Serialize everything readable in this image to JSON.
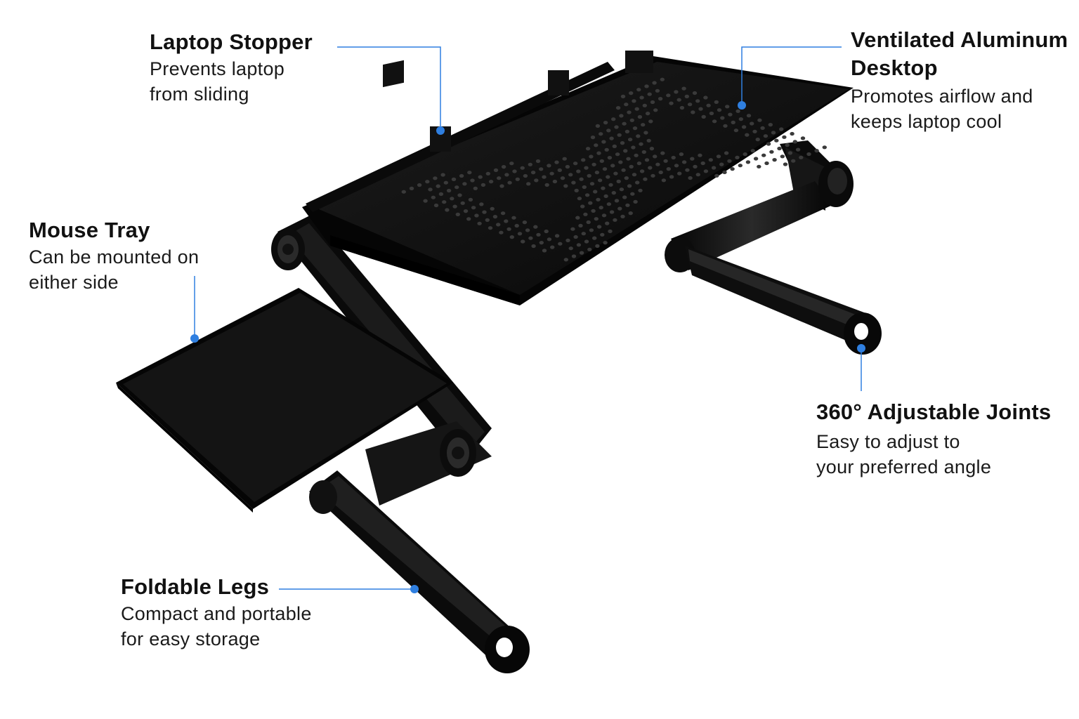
{
  "accent_color": "#2f7fe0",
  "product_color": "#0d0d0d",
  "callouts": {
    "laptop_stopper": {
      "title": "Laptop Stopper",
      "lines": [
        "Prevents laptop",
        "from sliding"
      ]
    },
    "ventilated_desktop": {
      "title_lines": [
        "Ventilated Aluminum",
        "Desktop"
      ],
      "lines": [
        "Promotes airflow and",
        "keeps laptop cool"
      ]
    },
    "mouse_tray": {
      "title": "Mouse Tray",
      "lines": [
        "Can be mounted on",
        "either side"
      ]
    },
    "adjustable_joints": {
      "title": "360° Adjustable Joints",
      "lines": [
        "Easy to adjust to",
        "your preferred angle"
      ]
    },
    "foldable_legs": {
      "title": "Foldable Legs",
      "lines": [
        "Compact and portable",
        "for easy storage"
      ]
    }
  }
}
